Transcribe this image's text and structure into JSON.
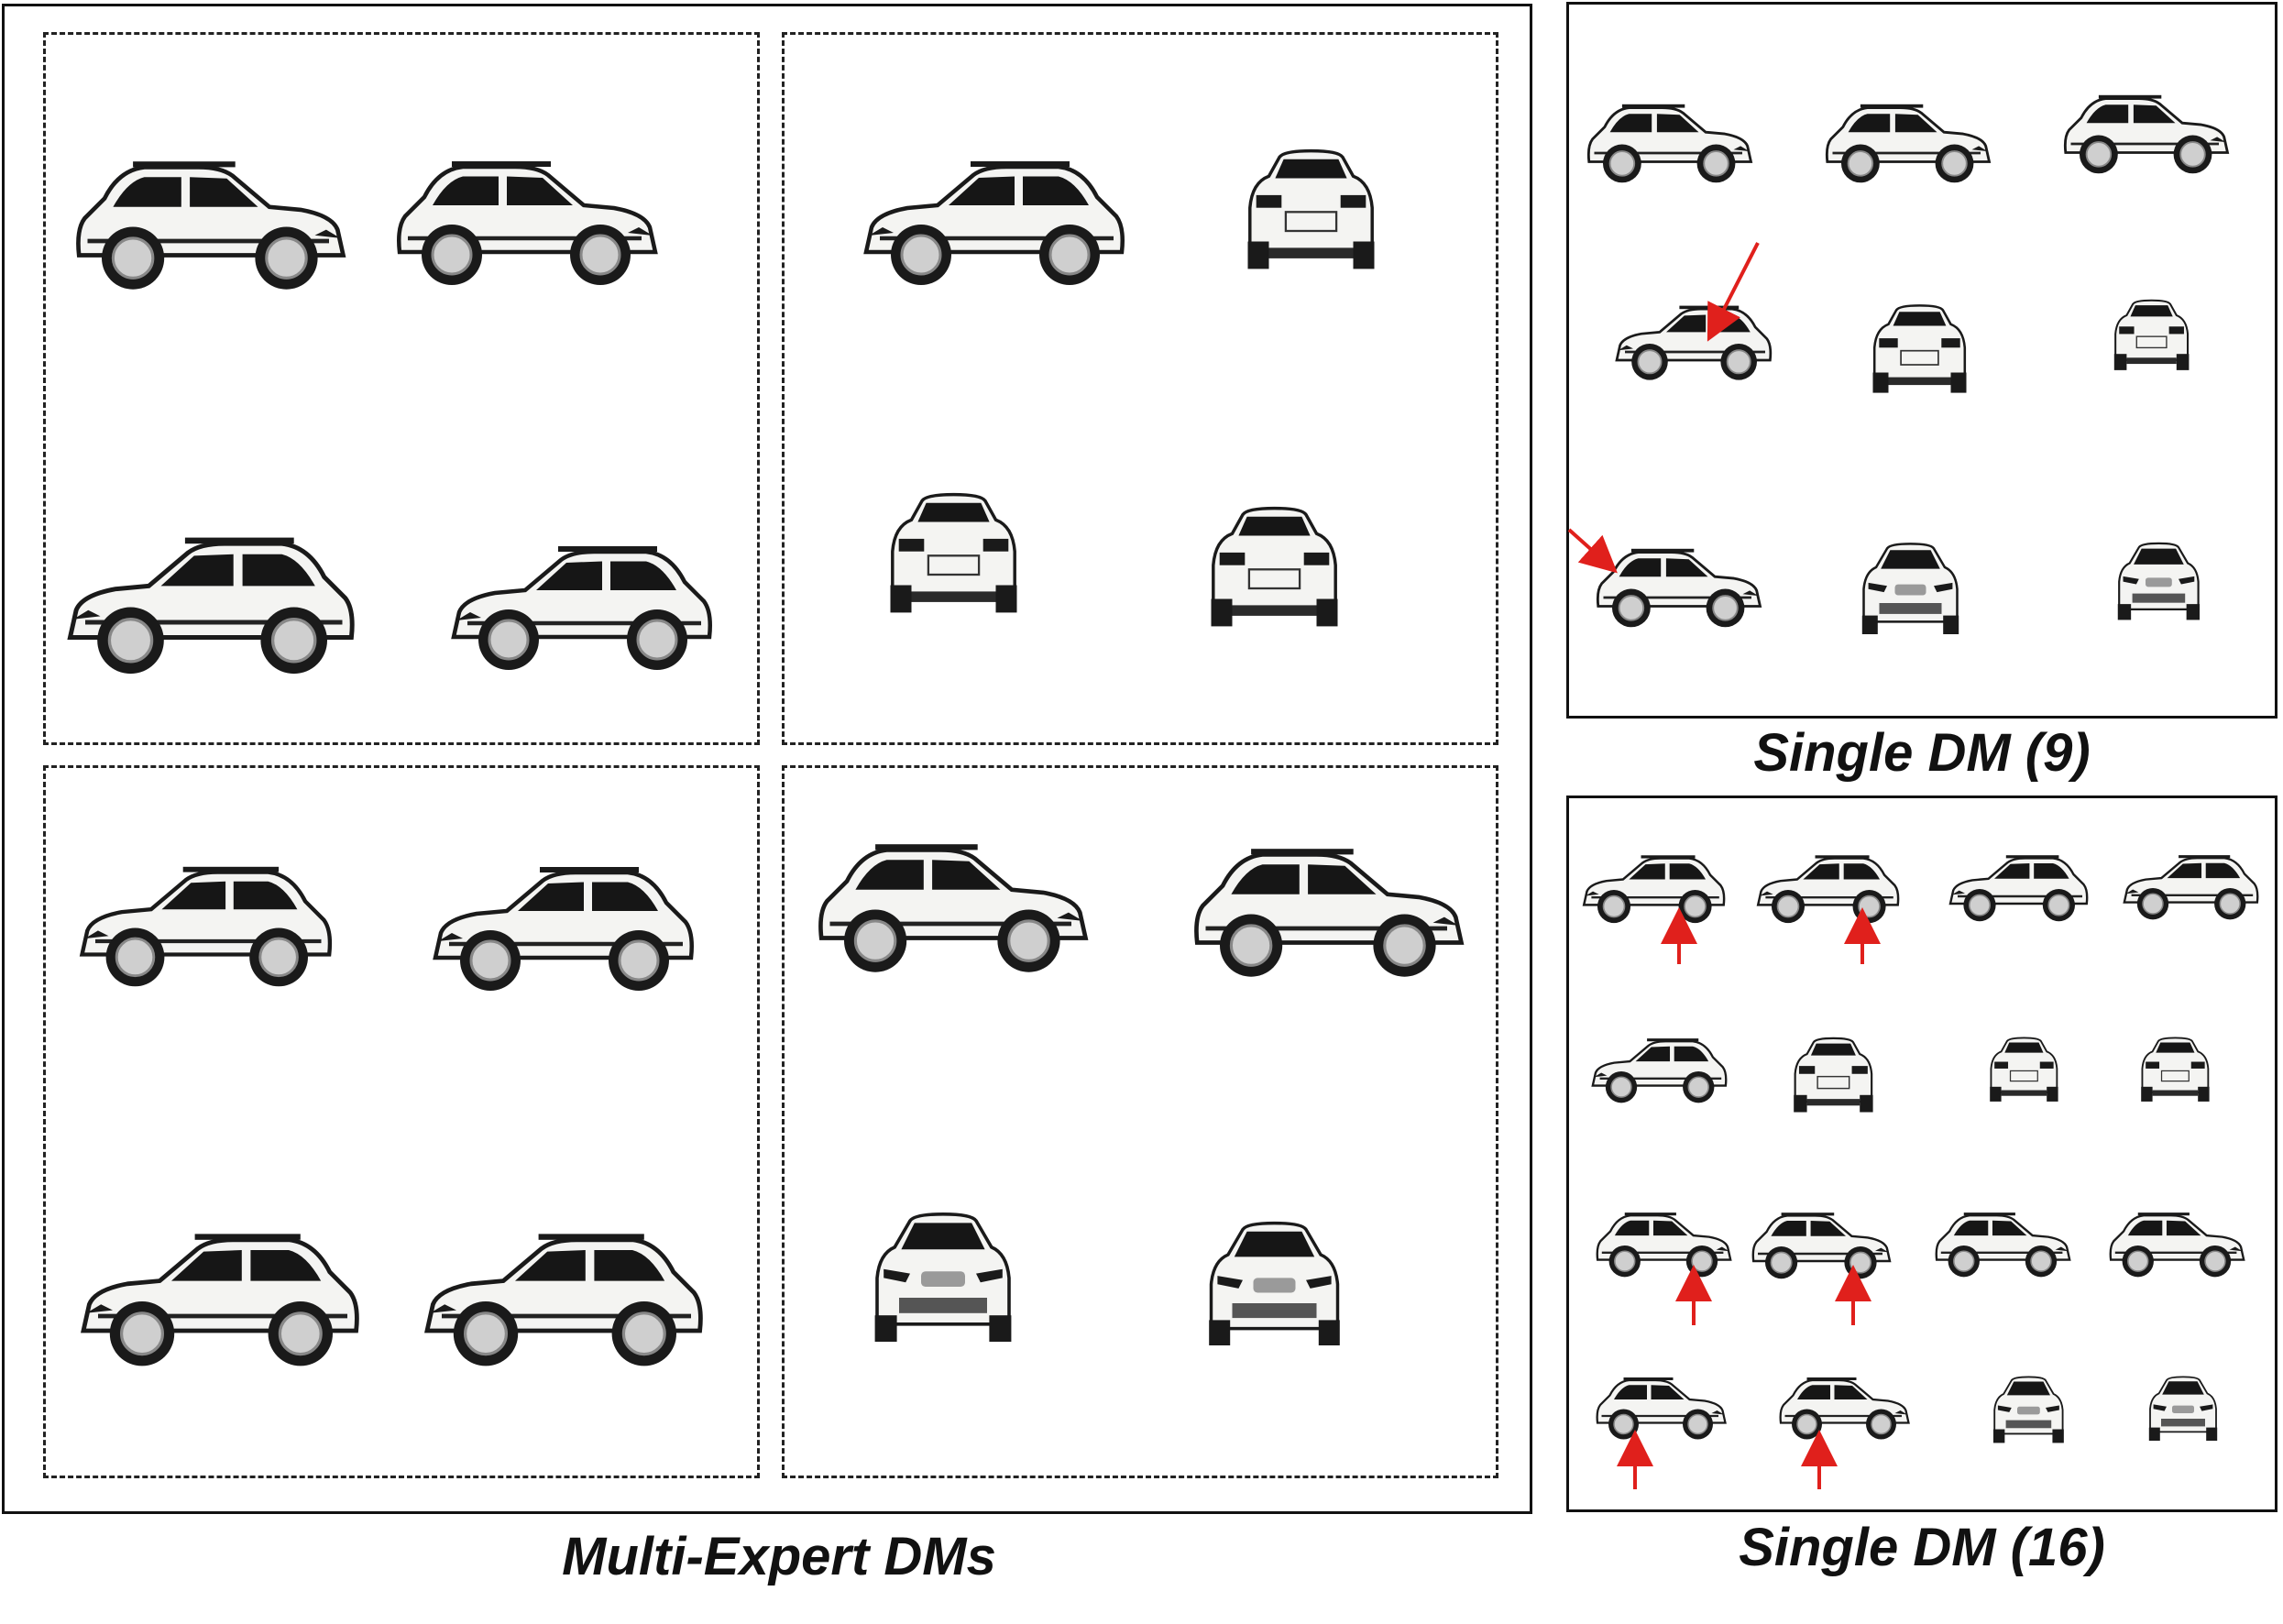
{
  "figure": {
    "captions": {
      "multi_expert": "Multi-Expert DMs",
      "single_9": "Single DM (9)",
      "single_16": "Single DM (16)"
    },
    "colors": {
      "frame": "#111111",
      "car_body": "#f4f4f2",
      "car_dark": "#151515",
      "wheel_multi": "#cfcfcf",
      "wheel_single": "#4aa6c8",
      "arrow": "#e0201c"
    },
    "multi_expert": {
      "quadrants": 4,
      "cars_per_quadrant": 4,
      "total_cars": 16
    },
    "single_dm_9": {
      "rows": 3,
      "cols": 3,
      "total_cars": 9,
      "artifact_arrows": 2
    },
    "single_dm_16": {
      "rows": 4,
      "cols": 4,
      "total_cars": 16,
      "artifact_arrows": 6
    },
    "icons": [
      "car-side-icon",
      "car-rear-icon",
      "car-front-icon",
      "red-arrow-icon"
    ]
  }
}
